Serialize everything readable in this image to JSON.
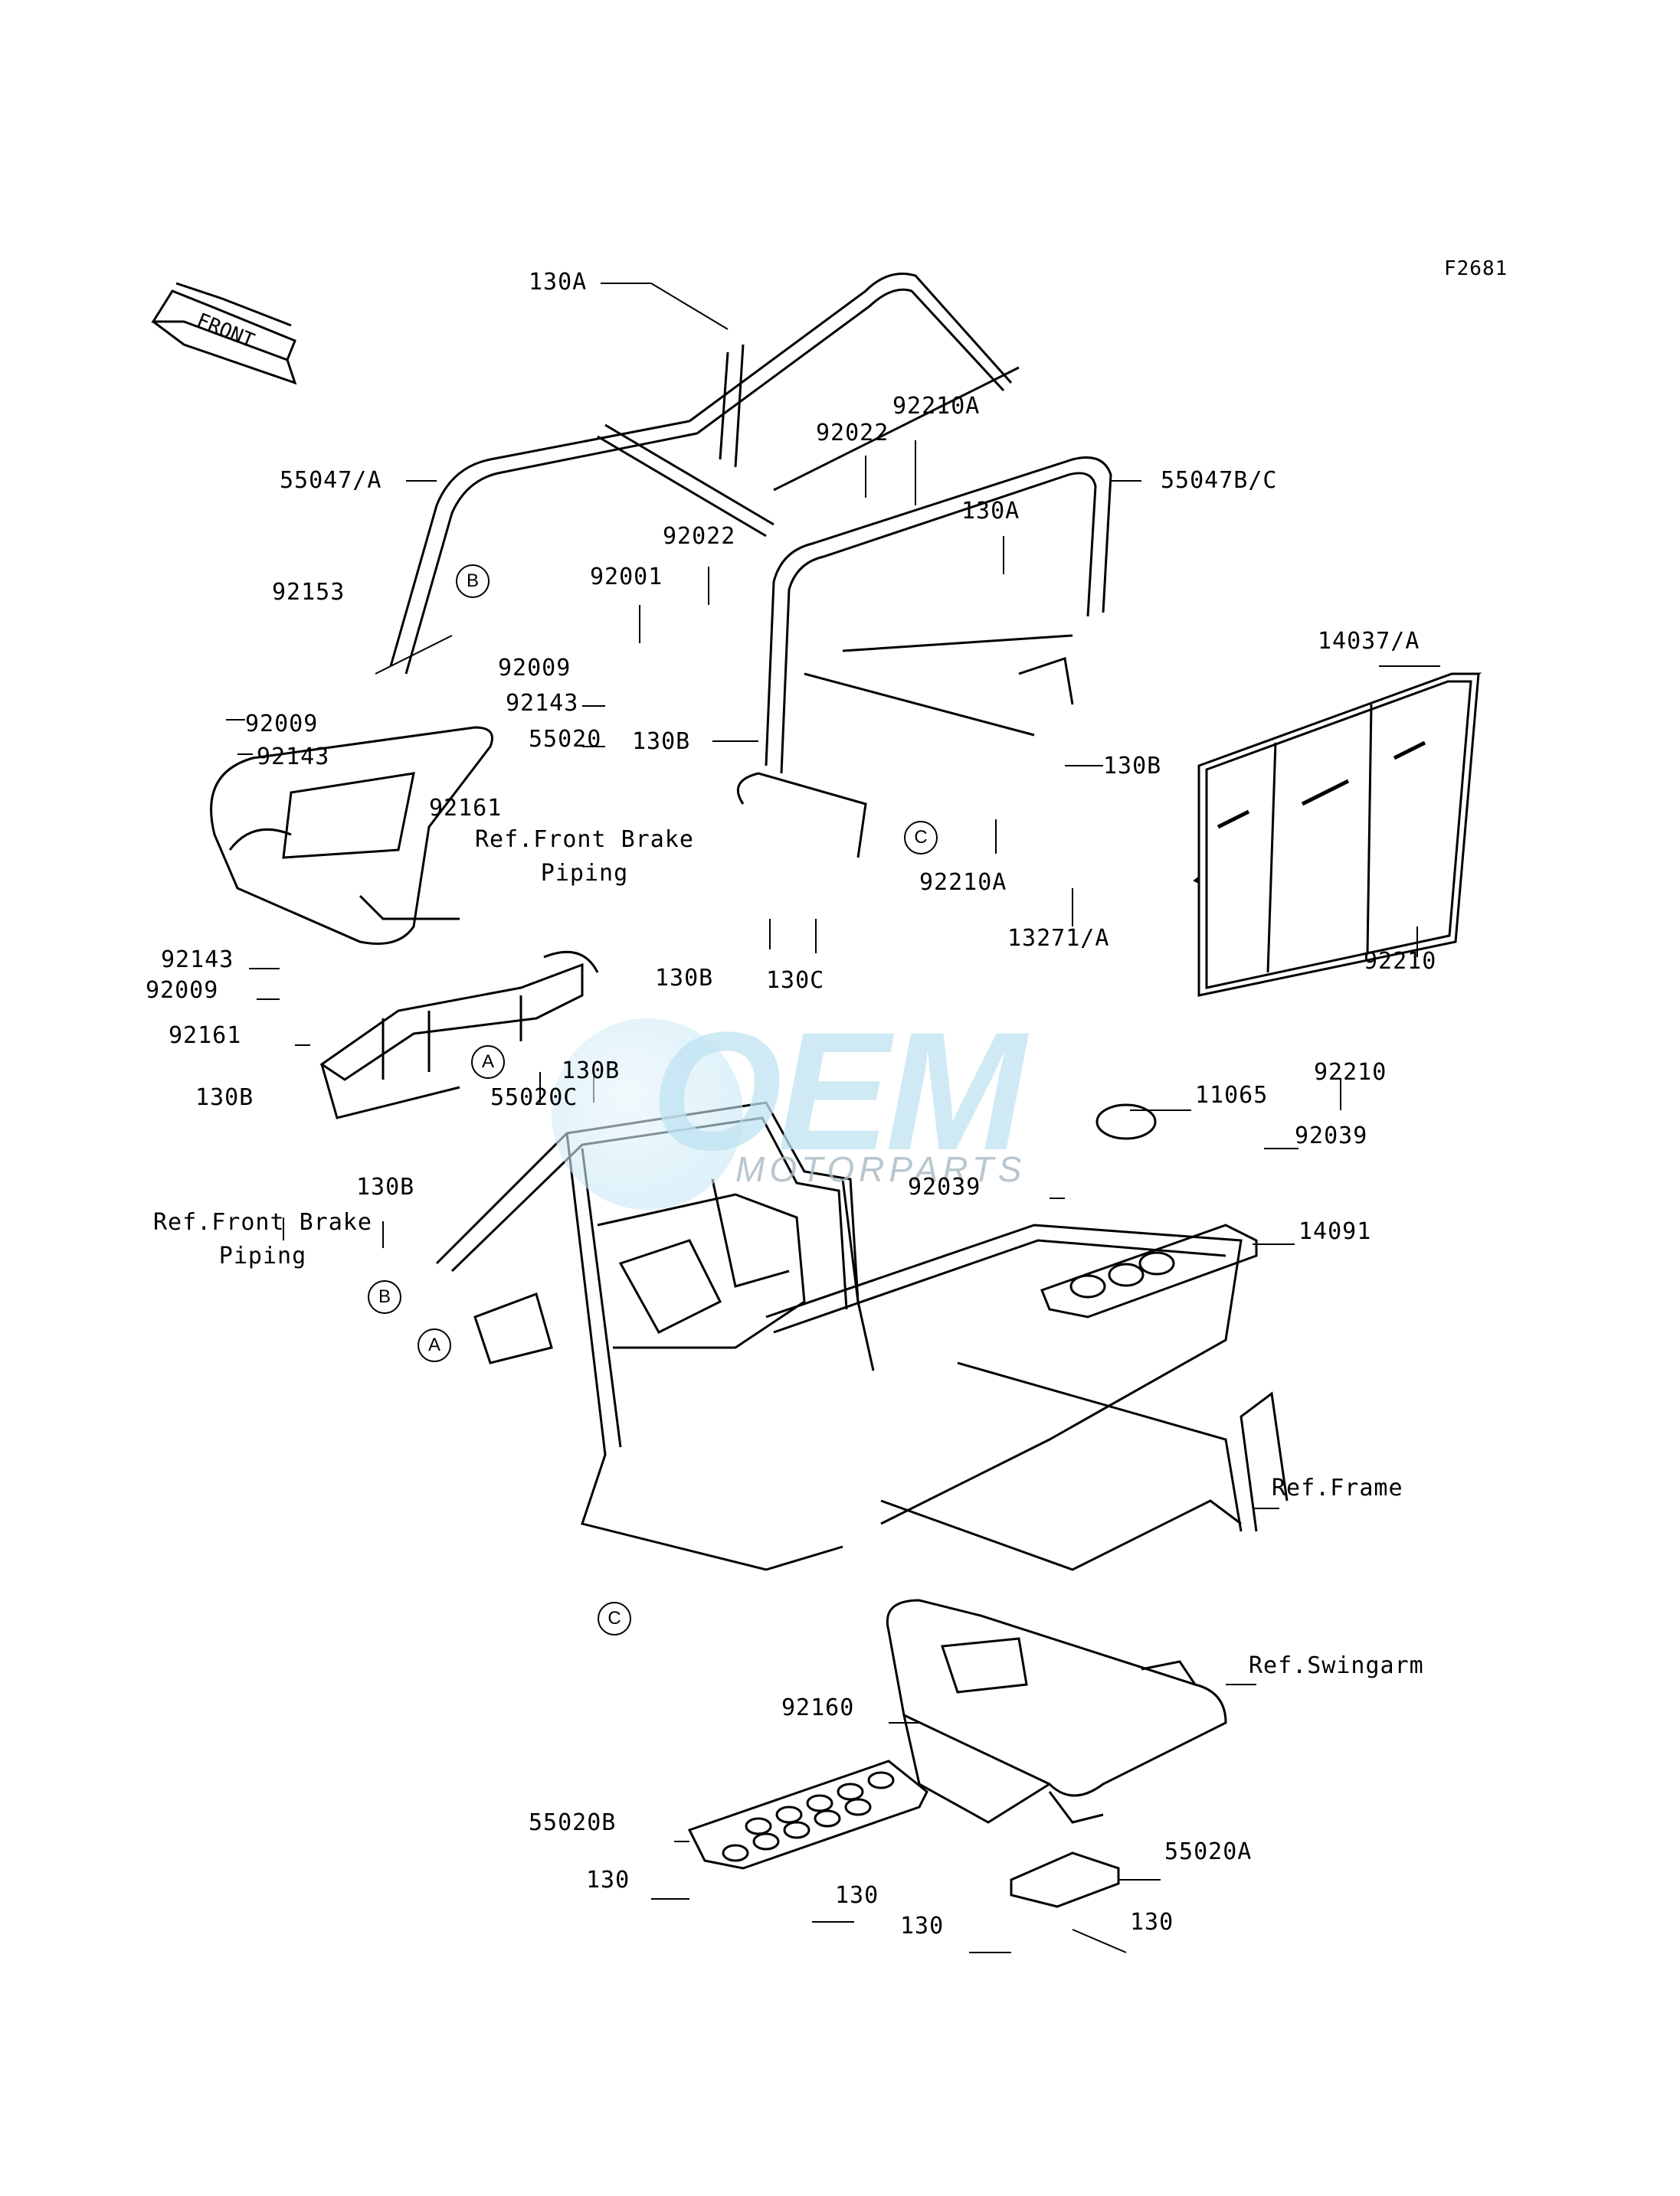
{
  "figure_id": "F2681",
  "front_arrow": "FRONT",
  "watermark": {
    "title": "OEM",
    "subtitle": "MOTORPARTS"
  },
  "parts": {
    "p130A_top": "130A",
    "p92210A_top": "92210A",
    "p92022_top": "92022",
    "p55047BC": "55047B/C",
    "p55047A": "55047/A",
    "p130A_mid": "130A",
    "p92022_mid": "92022",
    "p92001": "92001",
    "p92153": "92153",
    "p92009_a": "92009",
    "p92143_a": "92143",
    "p92009_b": "92009",
    "p55020": "55020",
    "p92143_b": "92143",
    "p14037A": "14037/A",
    "p130B_a": "130B",
    "p130B_b": "130B",
    "p92161_a": "92161",
    "p92210A_b": "92210A",
    "p13271A": "13271/A",
    "p92210_a": "92210",
    "p130B_c": "130B",
    "p130C": "130C",
    "p92143_c": "92143",
    "p92009_c": "92009",
    "p92161_b": "92161",
    "p130B_d": "130B",
    "p55020C": "55020C",
    "p92210_b": "92210",
    "p11065": "11065",
    "p92039_a": "92039",
    "p130B_e": "130B",
    "p92039_b": "92039",
    "p130B_f": "130B",
    "p14091": "14091",
    "p92160": "92160",
    "p55020B": "55020B",
    "p130_a": "130",
    "p130_b": "130",
    "p55020A": "55020A",
    "p130_c": "130",
    "p130_d": "130"
  },
  "refs": {
    "front_brake_1": [
      "Ref.Front Brake",
      "Piping"
    ],
    "front_brake_2": [
      "Ref.Front Brake",
      "Piping"
    ],
    "frame": "Ref.Frame",
    "swingarm": "Ref.Swingarm"
  },
  "callouts": {
    "B_top": "B",
    "A_mid": "A",
    "C_mid": "C",
    "B_low": "B",
    "A_low": "A",
    "C_low": "C"
  }
}
